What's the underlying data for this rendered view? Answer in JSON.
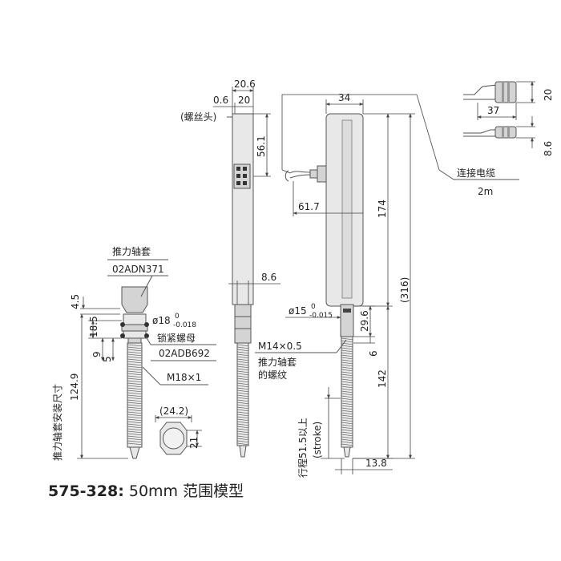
{
  "diagram": {
    "model": "575-328:",
    "description": "50mm 范围模型",
    "left_view": {
      "clamp_nut_label": "推力轴套",
      "clamp_nut_code": "02ADN371",
      "lock_nut_label": "锁紧螺母",
      "lock_nut_code": "02ADB692",
      "thread": "M18×1",
      "dia": "ø18",
      "dia_tol_upper": "0",
      "dia_tol_lower": "-0.018",
      "dim_4_5": "4.5",
      "dim_18_5": "18.5",
      "dim_9": "9",
      "dim_5": "5",
      "dim_124_9": "124.9",
      "mount_label": "推力轴套安装尺寸",
      "hex_width": "(24.2)",
      "hex_flat": "21"
    },
    "middle_view": {
      "dim_20_6": "20.6",
      "dim_0_6": "0.6",
      "dim_20": "20",
      "screw_head": "(螺丝头)",
      "dim_56_1": "56.1",
      "dim_8_6": "8.6"
    },
    "right_view": {
      "dim_34": "34",
      "dim_61_7": "61.7",
      "dim_174": "174",
      "dim_316": "(316)",
      "dia15": "ø15",
      "dia15_tol_upper": "0",
      "dia15_tol_lower": "-0.015",
      "dim_29_6": "29.6",
      "dim_6": "6",
      "dim_142": "142",
      "dim_13_8": "13.8",
      "thread": "M14×0.5",
      "thread_label_1": "推力轴套",
      "thread_label_2": "的螺纹",
      "stroke_label": "行程51.5以上",
      "stroke_en": "(stroke)",
      "cable_label": "连接电缆",
      "cable_length": "2m",
      "conn_dim_37": "37",
      "conn_dim_20": "20",
      "conn_dim_8_6": "8.6"
    }
  }
}
